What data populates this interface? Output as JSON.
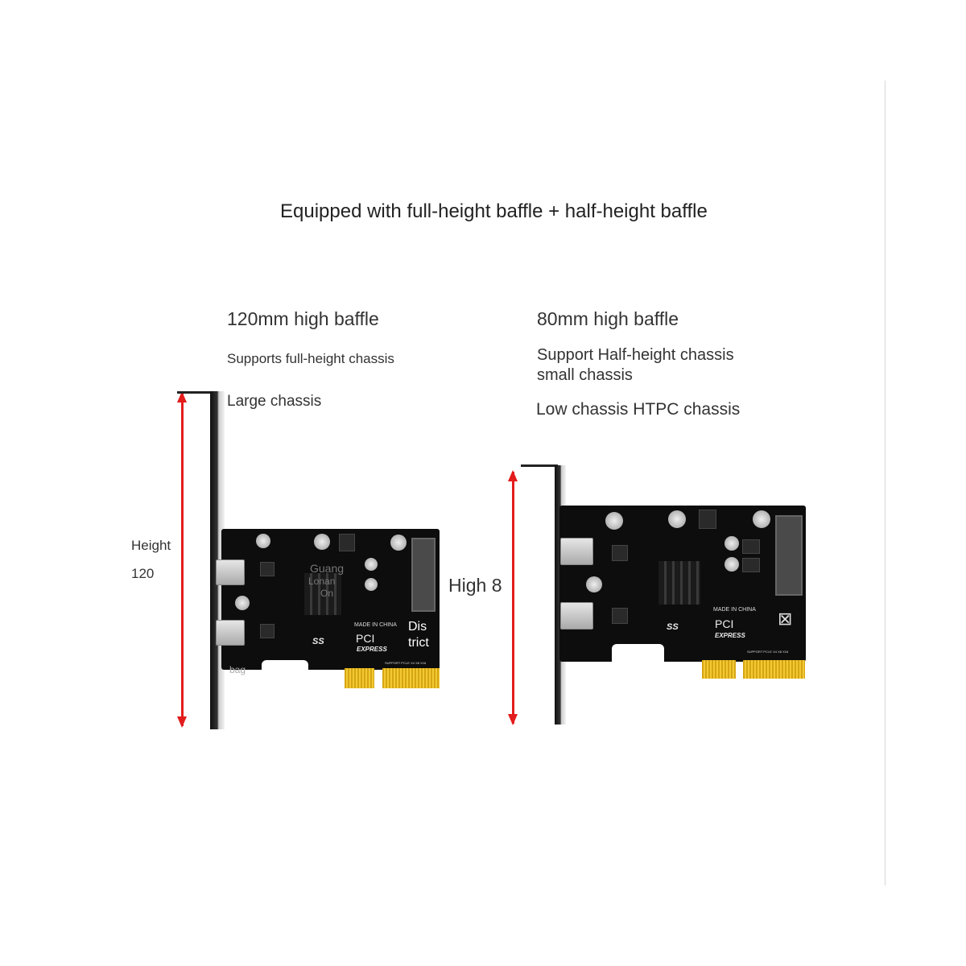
{
  "title": "Equipped with full-height baffle + half-height baffle",
  "left": {
    "heading": "120mm high baffle",
    "line1": "Supports full-height chassis",
    "line2": "Large chassis",
    "dimension_label": "Height",
    "dimension_value": "120",
    "card": {
      "watermark": "Guang",
      "watermark2": "Lonan",
      "watermark3": "On",
      "made_in": "MADE IN CHINA",
      "pci": "PCI",
      "express": "EXPRESS",
      "ss": "SS",
      "support": "SUPPORT PCI-E X4 X8 X16",
      "district1": "Dis",
      "district2": "trict",
      "bag": "bag"
    }
  },
  "right": {
    "heading": "80mm high baffle",
    "line1": "Support Half-height chassis",
    "line1b": "small chassis",
    "line2": "Low chassis HTPC chassis",
    "dimension_label": "High 8",
    "card": {
      "made_in": "MADE IN CHINA",
      "pci": "PCI",
      "express": "EXPRESS",
      "ss": "SS",
      "support": "SUPPORT PCI-E X4 X8 X16"
    }
  },
  "colors": {
    "arrow": "#e31c1c",
    "pcb": "#0d0d0d",
    "gold_fingers": "#f2c933"
  }
}
